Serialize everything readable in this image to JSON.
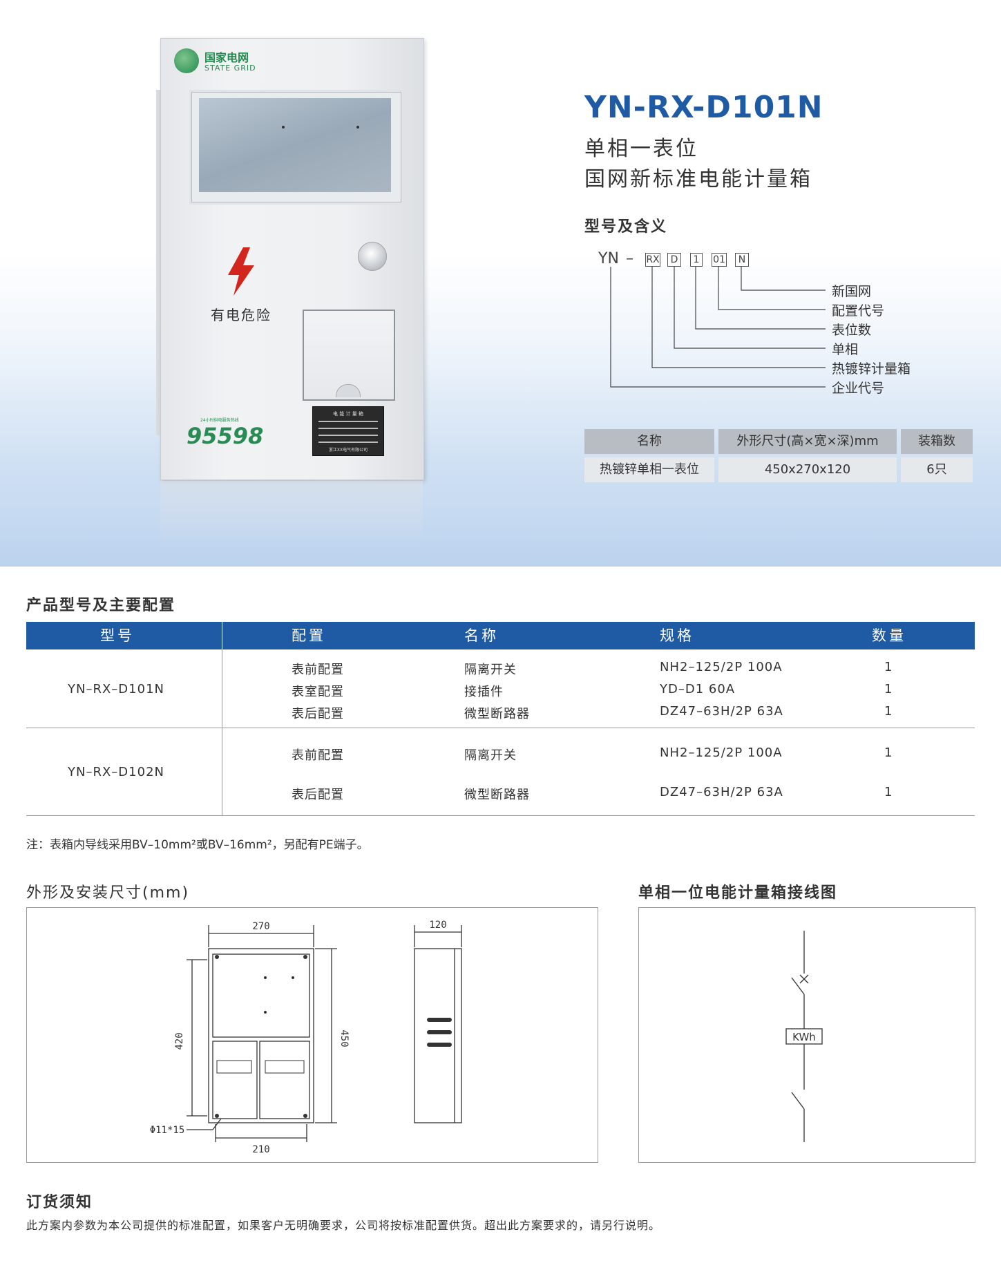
{
  "hero": {
    "brand_cn": "国家电网",
    "brand_en": "STATE GRID",
    "warning": "有电危险",
    "hotline": "95598",
    "hotline_caption": "24小时供电服务热线",
    "plate_title": "电 能 计 量 箱",
    "plate_maker": "浙江XX电气有限公司"
  },
  "product": {
    "model": "YN-RX-D101N",
    "subtitle1": "单相一表位",
    "subtitle2": "国网新标准电能计量箱"
  },
  "code_section": {
    "heading": "型号及含义",
    "prefix": "YN",
    "dash": "–",
    "boxes": [
      "RX",
      "D",
      "1",
      "01",
      "N"
    ],
    "legend": [
      "新国网",
      "配置代号",
      "表位数",
      "单相",
      "热镀锌计量箱",
      "企业代号"
    ]
  },
  "spec_table": {
    "headers": [
      "名称",
      "外形尺寸(高×宽×深)mm",
      "装箱数"
    ],
    "row": [
      "热镀锌单相一表位",
      "450x270x120",
      "6只"
    ]
  },
  "config_section": {
    "heading": "产品型号及主要配置",
    "headers": [
      "型号",
      "配置",
      "名称",
      "规格",
      "数量"
    ],
    "groups": [
      {
        "model": "YN–RX–D101N",
        "rows": [
          [
            "表前配置",
            "隔离开关",
            "NH2–125/2P 100A",
            "1"
          ],
          [
            "表室配置",
            "接插件",
            "YD–D1 60A",
            "1"
          ],
          [
            "表后配置",
            "微型断路器",
            "DZ47–63H/2P 63A",
            "1"
          ]
        ]
      },
      {
        "model": "YN–RX–D102N",
        "rows": [
          [
            "表前配置",
            "隔离开关",
            "NH2–125/2P 100A",
            "1"
          ],
          [
            "表后配置",
            "微型断路器",
            "DZ47–63H/2P 63A",
            "1"
          ]
        ]
      }
    ],
    "note": "注：表箱内导线采用BV–10mm²或BV–16mm²，另配有PE端子。"
  },
  "dimension_section": {
    "heading": "外形及安装尺寸(mm)",
    "width": "270",
    "depth": "120",
    "height_inner": "420",
    "height_outer": "450",
    "mount_width": "210",
    "hole": "Φ11*15"
  },
  "wiring_section": {
    "heading": "单相一位电能计量箱接线图",
    "meter_label": "KWh"
  },
  "order_section": {
    "heading": "订货须知",
    "text": "此方案内参数为本公司提供的标准配置，如果客户无明确要求，公司将按标准配置供货。超出此方案要求的，请另行说明。"
  },
  "colors": {
    "accent": "#1f5aa5",
    "warning": "#d2261c",
    "brand_green": "#1f8a4c"
  }
}
